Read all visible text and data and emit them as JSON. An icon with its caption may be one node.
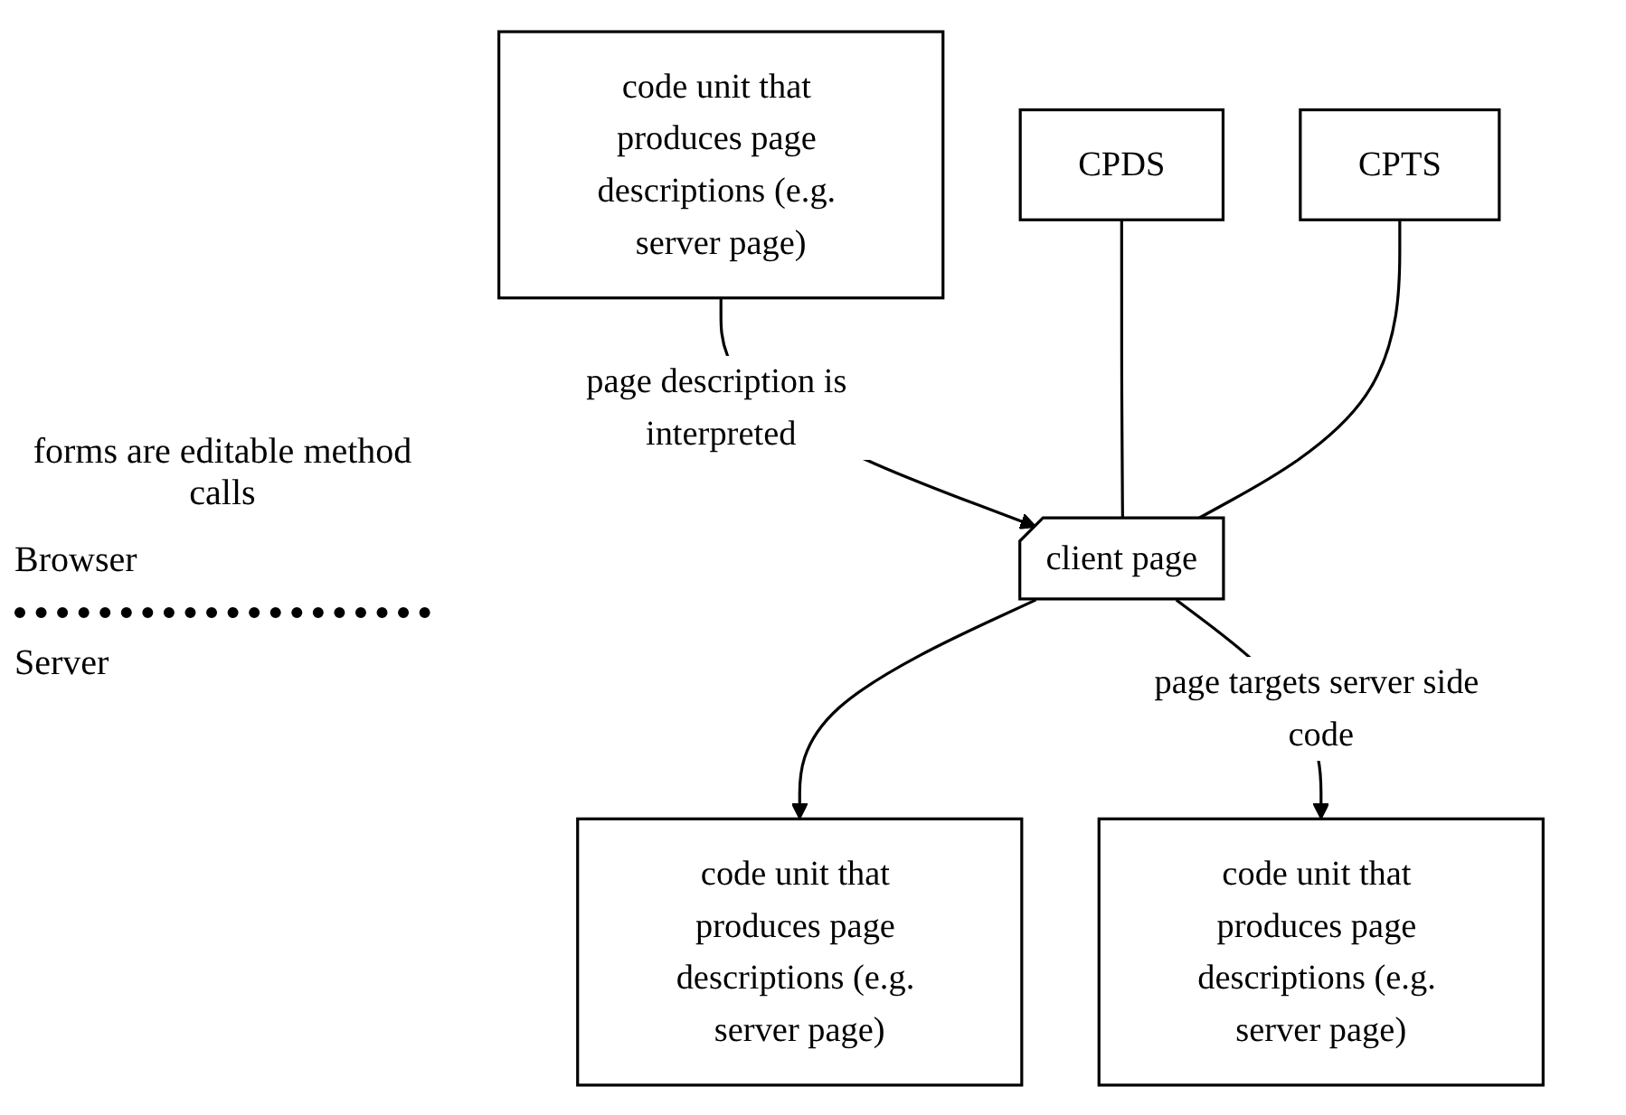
{
  "diagram": {
    "nodes": [
      {
        "text": [
          "client page"
        ]
      },
      {
        "text": [
          "CPDS"
        ]
      },
      {
        "text": [
          "CPTS"
        ]
      },
      {
        "text": [
          "code unit that produces page descriptions (e.g. server page)"
        ]
      },
      {
        "text": [
          "code unit that produces page descriptions (e.g. server page)"
        ]
      },
      {
        "text": [
          "code unit that produces page descriptions (e.g. server page)"
        ]
      }
    ],
    "edges": [
      {
        "from": 3,
        "to": 0,
        "arrow": "to",
        "label": "page description is interpreted"
      },
      {
        "from": 0,
        "to": 4,
        "arrow": "to"
      },
      {
        "from": 0,
        "to": 5,
        "arrow": "to",
        "label": "page targets server side code"
      },
      {
        "from": 1,
        "to": 0,
        "arrow": "none"
      },
      {
        "from": 2,
        "to": 0,
        "arrow": "none"
      }
    ],
    "labels": [
      "forms are editable method calls",
      "Browser",
      "Server"
    ]
  }
}
